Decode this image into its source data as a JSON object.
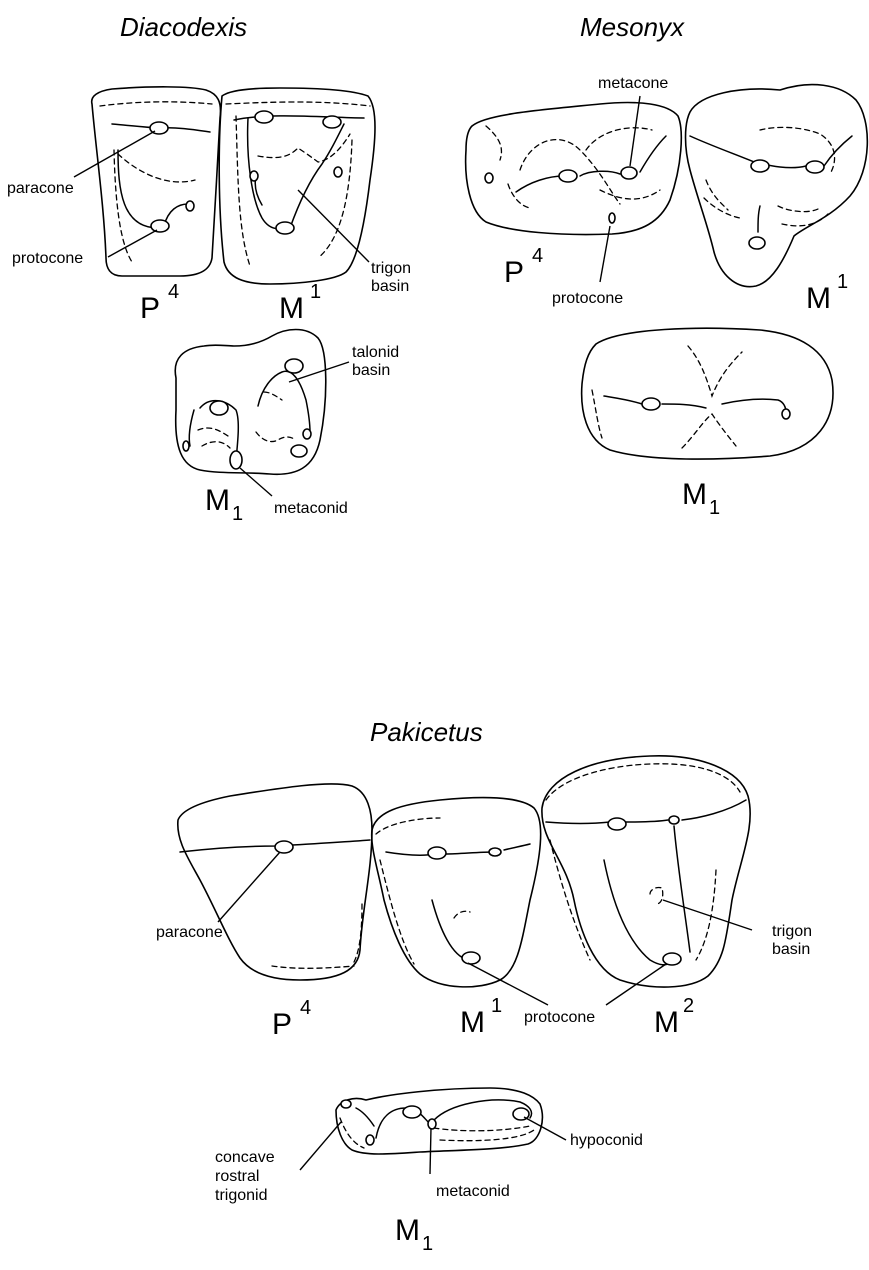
{
  "panels": {
    "diacodexis": {
      "title": "Diacodexis",
      "labels": {
        "paracone": "paracone",
        "protocone": "protocone",
        "trigon_basin": [
          "trigon",
          "basin"
        ],
        "talonid_basin": [
          "talonid",
          "basin"
        ],
        "metaconid": "metaconid"
      },
      "teeth": {
        "upper_premolar": {
          "letter": "P",
          "index": "4"
        },
        "upper_molar": {
          "letter": "M",
          "index": "1"
        },
        "lower_molar": {
          "letter": "M",
          "index": "1"
        }
      }
    },
    "mesonyx": {
      "title": "Mesonyx",
      "labels": {
        "metacone": "metacone",
        "protocone": "protocone"
      },
      "teeth": {
        "upper_premolar": {
          "letter": "P",
          "index": "4"
        },
        "upper_molar": {
          "letter": "M",
          "index": "1"
        },
        "lower_molar": {
          "letter": "M",
          "index": "1"
        }
      }
    },
    "pakicetus": {
      "title": "Pakicetus",
      "labels": {
        "paracone": "paracone",
        "protocone": "protocone",
        "trigon_basin": [
          "trigon",
          "basin"
        ],
        "hypoconid": "hypoconid",
        "metaconid": "metaconid",
        "concave_rostral_trigonid": [
          "concave",
          "rostral",
          "trigonid"
        ]
      },
      "teeth": {
        "upper_premolar": {
          "letter": "P",
          "index": "4"
        },
        "upper_molar_1": {
          "letter": "M",
          "index": "1"
        },
        "upper_molar_2": {
          "letter": "M",
          "index": "2"
        },
        "lower_molar": {
          "letter": "M",
          "index": "1"
        }
      }
    }
  }
}
